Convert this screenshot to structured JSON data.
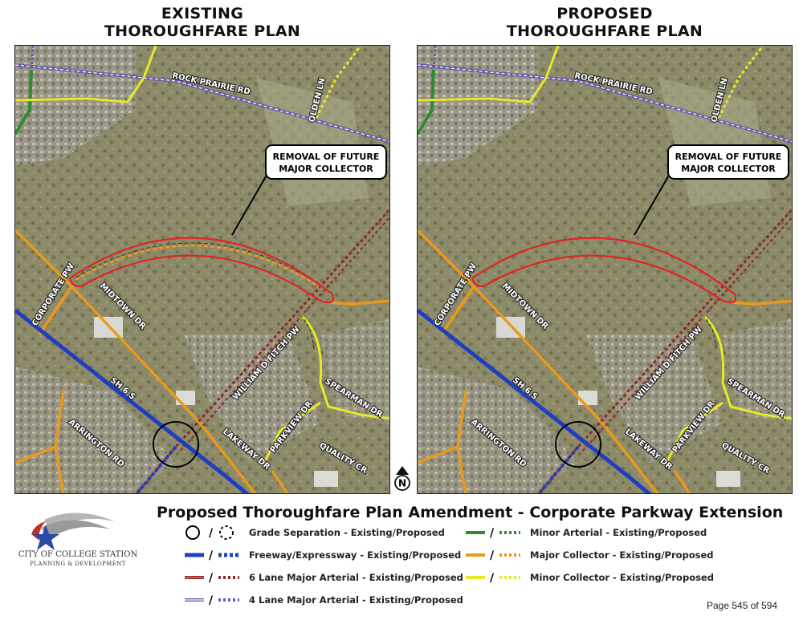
{
  "titles": {
    "left_line1": "EXISTING",
    "left_line2": "THOROUGHFARE PLAN",
    "right_line1": "PROPOSED",
    "right_line2": "THOROUGHFARE PLAN"
  },
  "callout": {
    "line1": "REMOVAL OF FUTURE",
    "line2": "MAJOR COLLECTOR"
  },
  "road_labels": {
    "rock_prairie": "ROCK PRAIRIE RD",
    "olden": "OLDEN LN",
    "corporate": "CORPORATE PW",
    "midtown": "MIDTOWN DR",
    "fitch": "WILLIAM D FITCH PW",
    "spearman": "SPEARMAN DR",
    "sh6": "SH 6 S",
    "arrington": "ARRINGTON RD",
    "lakeway": "LAKEWAY DR",
    "parkview": "PARKVIEW DR",
    "quality": "QUALITY CR"
  },
  "north_symbol": "N",
  "legend": {
    "title": "Proposed Thoroughfare Plan Amendment - Corporate Parkway Extension",
    "items": [
      {
        "label": "Grade Separation - Existing/Proposed",
        "color": "#000000"
      },
      {
        "label": "Freeway/Expressway - Existing/Proposed",
        "color": "#1f3fbf"
      },
      {
        "label": "6 Lane Major Arterial - Existing/Proposed",
        "color": "#8b2a2a"
      },
      {
        "label": "4 Lane Major Arterial - Existing/Proposed",
        "color": "#6b5ea8"
      },
      {
        "label": "Minor Arterial - Existing/Proposed",
        "color": "#2e8b2e"
      },
      {
        "label": "Major Collector - Existing/Proposed",
        "color": "#e89a1c"
      },
      {
        "label": "Minor Collector - Existing/Proposed",
        "color": "#e8e82a"
      }
    ],
    "separator": "/"
  },
  "logo": {
    "line1": "CITY OF COLLEGE STATION",
    "line2": "PLANNING & DEVELOPMENT"
  },
  "page_number": "Page 545 of 594",
  "colors": {
    "highlight": "#e02424",
    "terrain": "#8d8a6a"
  }
}
